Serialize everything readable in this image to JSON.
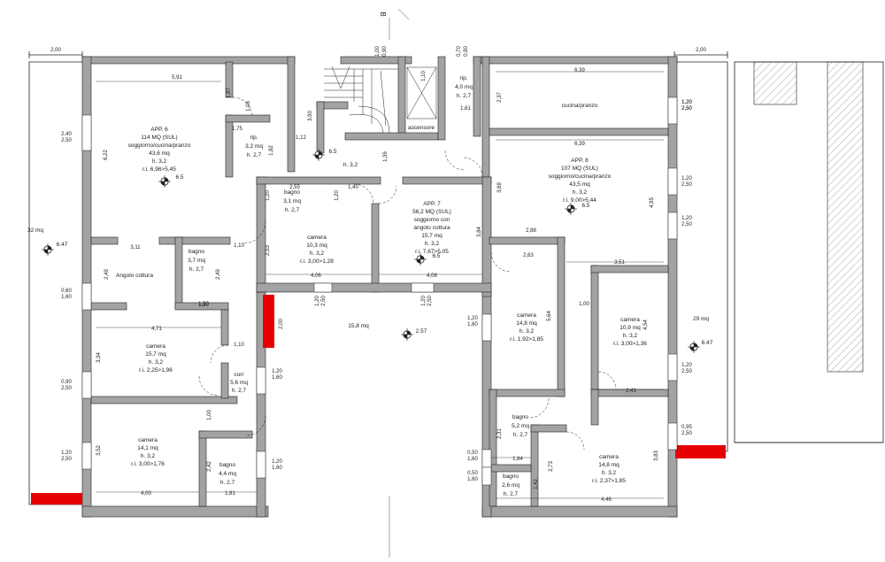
{
  "north": "B",
  "outer_dims": {
    "left_balcony_width": "2,00",
    "right_balcony_width": "2,00"
  },
  "balconies": {
    "left_area": "32 mq",
    "left_level": "6.47",
    "right_area": "29 mq",
    "right_level": "6.47"
  },
  "apartments": {
    "app6": {
      "title": "APP. 6",
      "sul": "114 MQ (SUL)",
      "room": "soggiorno/cucina/pranzo",
      "area": "43,6 mq",
      "height": "h. 3,2",
      "ri": "r.i. 6,96>5,45",
      "level": "6.5"
    },
    "app7": {
      "title": "APP. 7",
      "sul": "56,2 MQ (SUL)",
      "room1": "soggiorno con",
      "room2": "angolo cottura",
      "area": "15,7 mq",
      "height": "h. 3,2",
      "ri": "r.i. 7,67>5,05",
      "level": "6.5"
    },
    "app8": {
      "title": "APP. 8",
      "sul": "107 MQ (SUL)",
      "room": "soggiorno/cucina/pranzo",
      "area": "43,5 mq",
      "height": "h. 3,2",
      "ri": "r.i. 9,00>5,44",
      "level": "6.5"
    }
  },
  "rooms": {
    "rip1": {
      "name": "rip.",
      "area": "3,2 mq",
      "height": "h. 2,7"
    },
    "rip2": {
      "name": "rip.",
      "area": "4,0 mq",
      "height": "h. 2,7"
    },
    "ascensore": {
      "name": "ascensore"
    },
    "stair": {
      "height": "h. 3,2",
      "level": "6.5"
    },
    "cucina": {
      "name": "cucina/pranzo"
    },
    "bagno_a": {
      "name": "bagno",
      "area": "3,1 mq",
      "height": "h. 2,7"
    },
    "bagno_b": {
      "name": "bagno",
      "area": "3,7 mq",
      "height": "h. 2,7"
    },
    "angolo": {
      "name": "Angolo cottura"
    },
    "camera_a": {
      "name": "camera",
      "area": "10,3 mq",
      "height": "h. 3,2",
      "ri": "r.i. 3,00>1,28"
    },
    "hall": {
      "area": "15,8 mq",
      "level": "2.57"
    },
    "camera_b": {
      "name": "camera",
      "area": "15,7 mq",
      "height": "h. 3,2",
      "ri": "r.i. 2,25>1,96"
    },
    "corr": {
      "name": "corr",
      "area": "5,6 mq",
      "height": "h. 2,7"
    },
    "camera_c": {
      "name": "camera",
      "area": "14,1 mq",
      "height": "h. 3,2",
      "ri": "r.i. 3,00>1,76"
    },
    "bagno_c": {
      "name": "bagno",
      "area": "4,4 mq",
      "height": "h. 2,7"
    },
    "camera_d": {
      "name": "camera",
      "area": "14,8 mq",
      "height": "h. 3,2",
      "ri": "r.i. 1,92>1,85"
    },
    "camera_e": {
      "name": "camera",
      "area": "10,9 mq",
      "height": "h. 3,2",
      "ri": "r.i. 3,00>1,36"
    },
    "bagno_d": {
      "name": "bagno",
      "area": "5,2 mq",
      "height": "h. 2,7"
    },
    "bagno_e": {
      "name": "bagno",
      "area": "2,6 mq",
      "height": "h. 2,7"
    },
    "camera_f": {
      "name": "camera",
      "area": "14,8 mq",
      "height": "h. 3,2",
      "ri": "r.i. 2,37>1,85"
    }
  },
  "dimensions": [
    "5,91",
    "1,87",
    "1,08",
    "1,75",
    "1,82",
    "3,90",
    "1,12",
    "1,00",
    "0,90",
    "1,10",
    "1,50",
    "0,70",
    "0,90",
    "1,35",
    "1,61",
    "2,37",
    "6,39",
    "6,39",
    "3,69",
    "4,95",
    "2,55",
    "1,40",
    "1,20",
    "1,20",
    "3,11",
    "1,10",
    "2,49",
    "2,49",
    "1,50",
    "2,53",
    "4,06",
    "4,08",
    "3,84",
    "2,88",
    "2,63",
    "3,51",
    "1,00",
    "5,64",
    "4,54",
    "4,71",
    "3,34",
    "1,10",
    "2,00",
    "2,41",
    "1,00",
    "2,42",
    "3,52",
    "4,00",
    "1,81",
    "2,31",
    "1,84",
    "1,42",
    "2,73",
    "3,83",
    "4,46",
    "6,22"
  ],
  "windows": [
    "2,40 / 2,50",
    "0,60 / 1,60",
    "0,90 / 2,50",
    "1,20 / 2,50",
    "1,20 / 2,50",
    "1,20 / 2,50",
    "1,20 / 2,50",
    "1,20 / 2,50",
    "0,95 / 2,50",
    "1,20 / 2,50",
    "1,20 / 1,60",
    "1,20 / 1,60",
    "1,20 / 1,60",
    "1,20 / 2,50",
    "1,20 / 2,50",
    "0,50 / 1,60",
    "0,50 / 1,60"
  ],
  "colors": {
    "wall": "#a3a3a3",
    "line": "#222222",
    "hatch": "#b5b5b5",
    "red": "#e60000",
    "background": "#ffffff"
  }
}
